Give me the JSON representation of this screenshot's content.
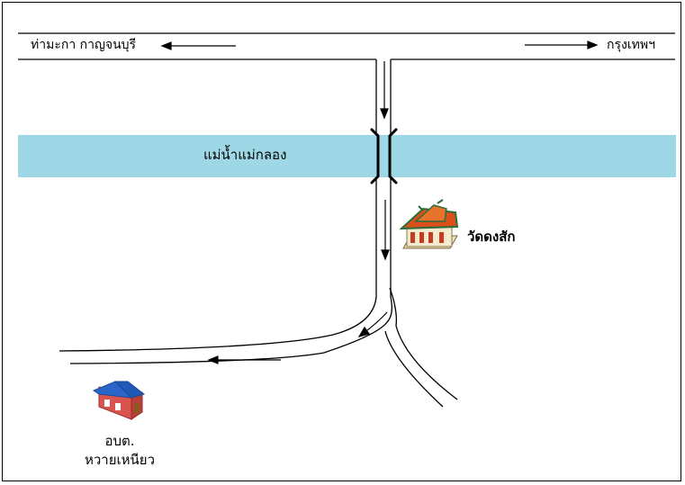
{
  "map": {
    "direction_left_label": "ท่ามะกา  กาญจนบุรี",
    "direction_right_label": "กรุงเทพฯ",
    "river_label": "แม่น้ำแม่กลอง",
    "temple_label": "วัดดงสัก",
    "office_label_line1": "อบต.",
    "office_label_line2": "หวายเหนียว",
    "colors": {
      "river": "#9ed8e6",
      "road_line": "#000000",
      "temple_roof": "#d9501c",
      "temple_trim": "#2a6e3a",
      "office_roof": "#2a66c8",
      "office_wall": "#d9534f"
    },
    "icons": [
      "arrow-left-icon",
      "arrow-right-icon",
      "bridge-icon",
      "temple-icon",
      "house-icon"
    ]
  }
}
